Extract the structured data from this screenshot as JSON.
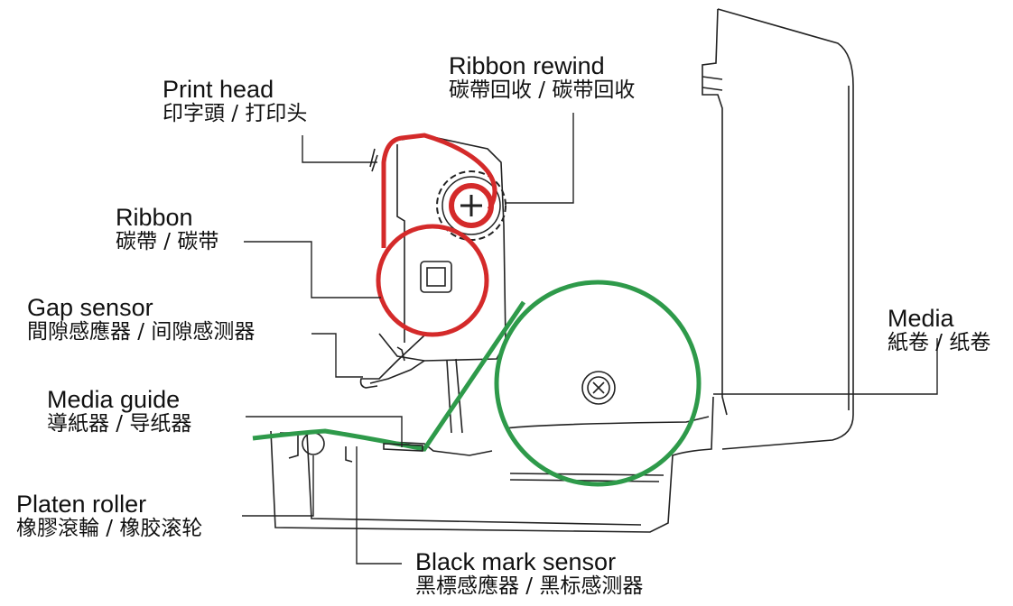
{
  "labels": {
    "print_head": {
      "en": "Print head",
      "zh": "印字頭 / 打印头"
    },
    "ribbon_rewind": {
      "en": "Ribbon rewind",
      "zh": "碳帶回收 / 碳带回收"
    },
    "ribbon": {
      "en": "Ribbon",
      "zh": "碳帶 / 碳带"
    },
    "gap_sensor": {
      "en": "Gap sensor",
      "zh": "間隙感應器 / 间隙感测器"
    },
    "media_guide": {
      "en": "Media guide",
      "zh": "導紙器 / 导纸器"
    },
    "platen_roller": {
      "en": "Platen roller",
      "zh": "橡膠滾輪 / 橡胶滚轮"
    },
    "media": {
      "en": "Media",
      "zh": "紙卷 / 纸卷"
    },
    "black_mark_sensor": {
      "en": "Black mark sensor",
      "zh": "黑標感應器 / 黑标感测器"
    }
  },
  "colors": {
    "ribbon_path": "#d42a2a",
    "media_path": "#2e9a4a",
    "outline": "#222222"
  }
}
